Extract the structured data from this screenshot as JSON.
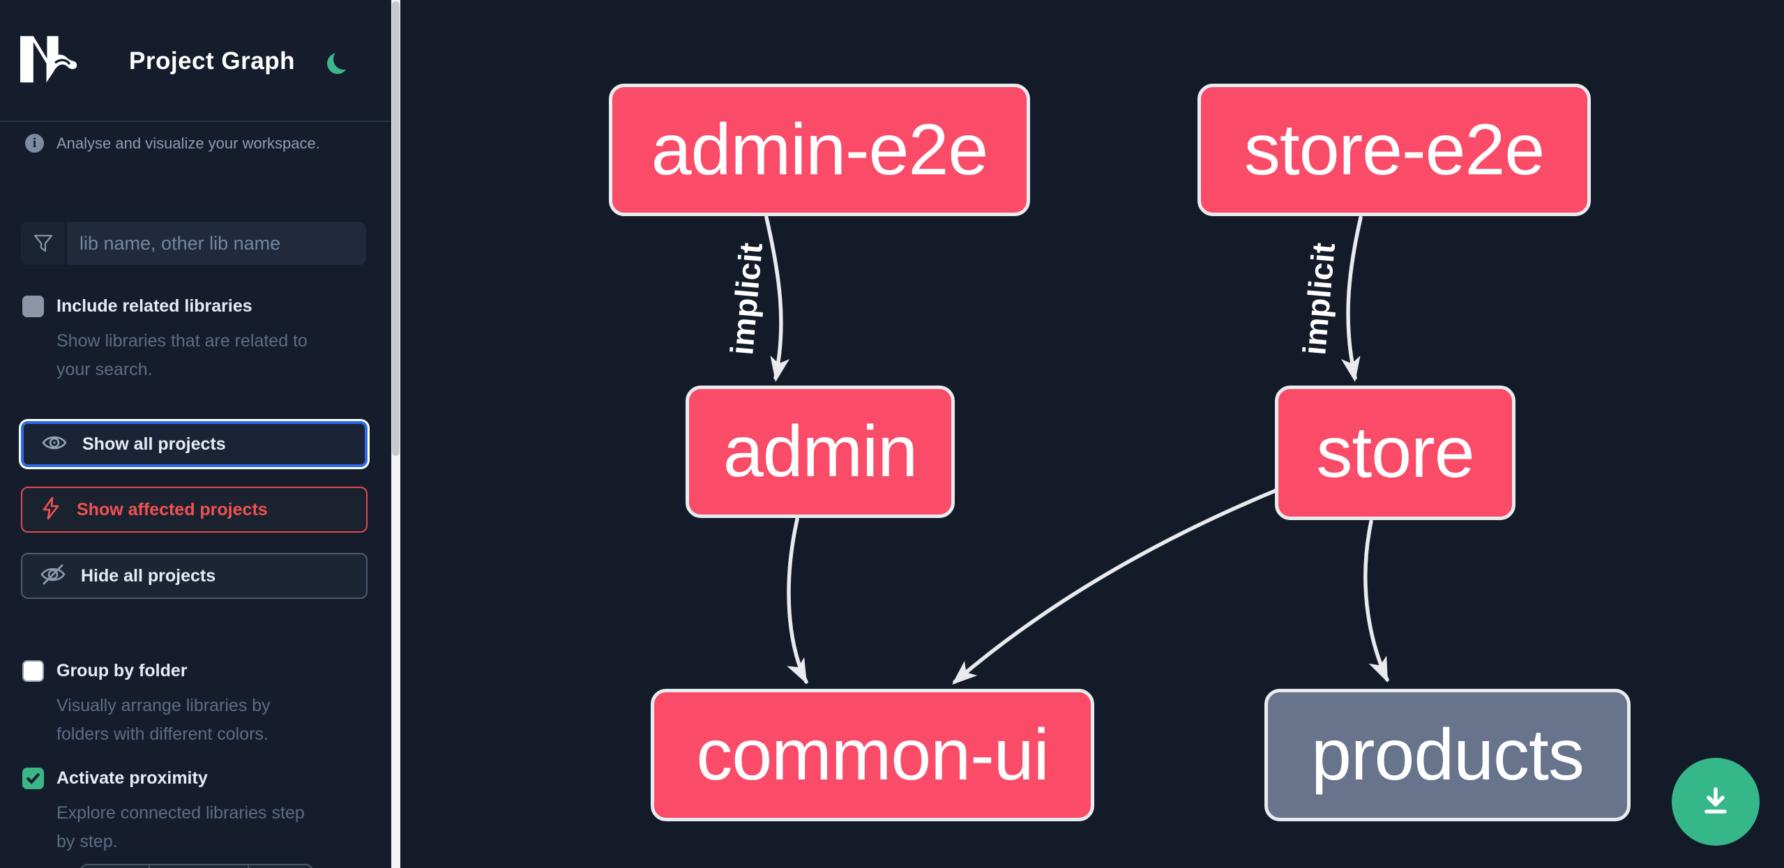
{
  "app": {
    "title": "Project Graph",
    "logo": "Nx",
    "accent_green": "#3bb687",
    "accent_blue": "#2e6be5",
    "accent_red": "#e5484d"
  },
  "sidebar": {
    "info_text": "Analyse and visualize your workspace.",
    "search": {
      "placeholder": "lib name, other lib name",
      "icon": "filter-icon"
    },
    "buttons": [
      {
        "label": "Show all projects",
        "icon": "eye-icon",
        "state": "selected"
      },
      {
        "label": "Show affected projects",
        "icon": "lightning-icon",
        "state": "normal"
      },
      {
        "label": "Hide all projects",
        "icon": "eye-off-icon",
        "state": "normal"
      }
    ],
    "options": [
      {
        "label": "Include related libraries",
        "description": "Show libraries that are related to\nyour search.",
        "checked": false
      },
      {
        "label": "Group by folder",
        "description": "Visually arrange libraries by\nfolders with different colors.",
        "checked": false
      },
      {
        "label": "Activate proximity",
        "description": "Explore connected libraries step\nby step.",
        "checked": true
      }
    ]
  },
  "graph": {
    "nodes": [
      {
        "id": "admin-e2e",
        "label": "admin-e2e",
        "color": "#fa4b68"
      },
      {
        "id": "store-e2e",
        "label": "store-e2e",
        "color": "#fa4b68"
      },
      {
        "id": "admin",
        "label": "admin",
        "color": "#fa4b68"
      },
      {
        "id": "store",
        "label": "store",
        "color": "#fa4b68"
      },
      {
        "id": "common-ui",
        "label": "common-ui",
        "color": "#fa4b68"
      },
      {
        "id": "products",
        "label": "products",
        "color": "#67748b"
      }
    ],
    "edges": [
      {
        "from": "admin-e2e",
        "to": "admin",
        "label": "implicit"
      },
      {
        "from": "store-e2e",
        "to": "store",
        "label": "implicit"
      },
      {
        "from": "admin",
        "to": "common-ui",
        "label": ""
      },
      {
        "from": "store",
        "to": "common-ui",
        "label": ""
      },
      {
        "from": "store",
        "to": "products",
        "label": ""
      }
    ],
    "edge_color": "#e8eaed",
    "node_border_color": "#e8ecef"
  },
  "fab": {
    "icon": "download-icon",
    "color": "#35b789"
  }
}
